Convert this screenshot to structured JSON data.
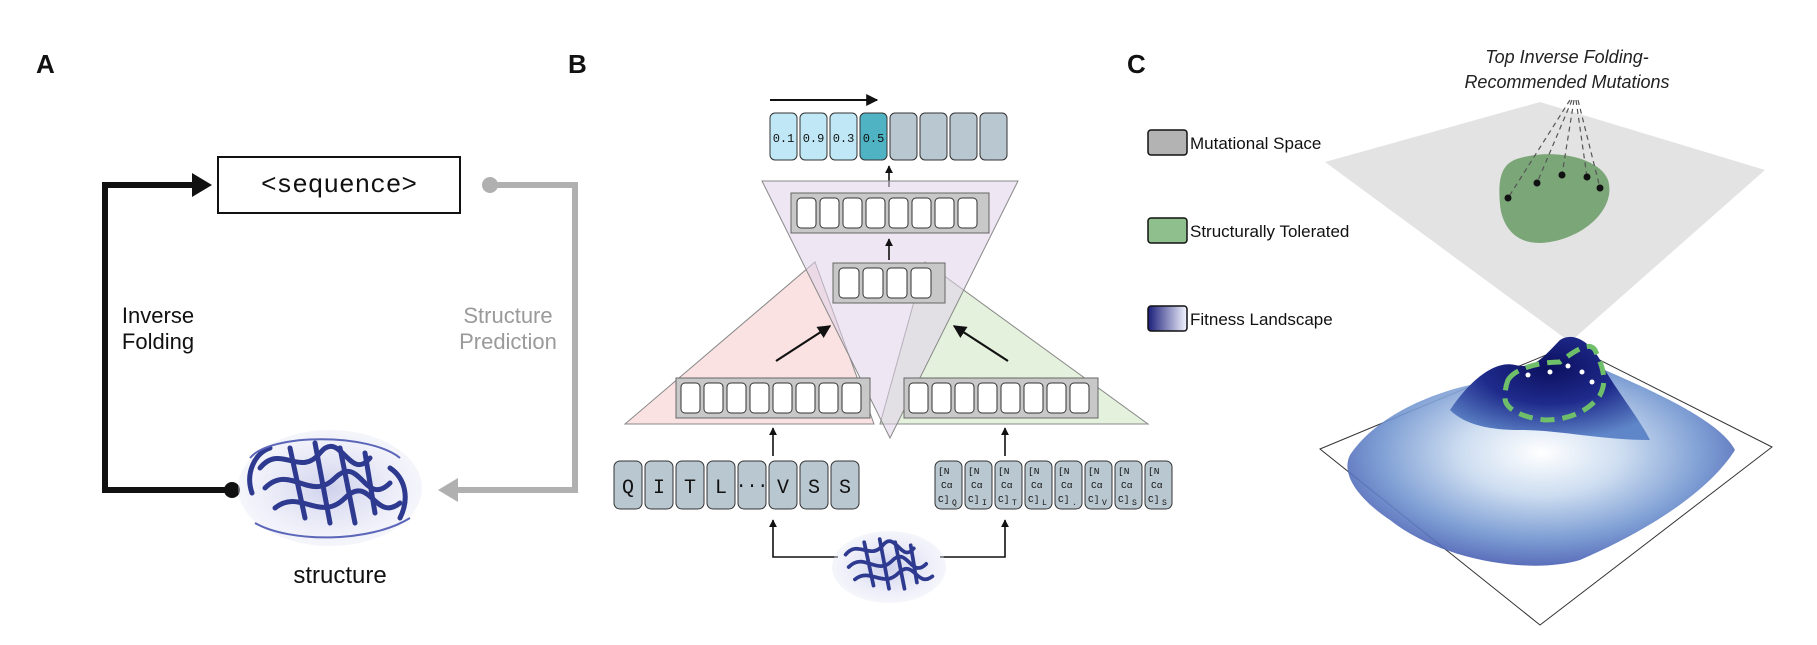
{
  "panels": {
    "a": {
      "letter": "A",
      "sequence_label": "<sequence>",
      "inverse_folding": [
        "Inverse",
        "Folding"
      ],
      "structure_prediction": [
        "Structure",
        "Prediction"
      ],
      "structure_label": "structure"
    },
    "b": {
      "letter": "B",
      "output_probs": [
        "0.1",
        "0.9",
        "0.3",
        "0.5"
      ],
      "sequence_tokens": [
        "Q",
        "I",
        "T",
        "L",
        "···",
        "V",
        "S",
        "S"
      ],
      "structure_tokens": [
        {
          "top": "[N",
          "mid": "Cα",
          "bot": "C]",
          "sub": "Q"
        },
        {
          "top": "[N",
          "mid": "Cα",
          "bot": "C]",
          "sub": "I"
        },
        {
          "top": "[N",
          "mid": "Cα",
          "bot": "C]",
          "sub": "T"
        },
        {
          "top": "[N",
          "mid": "Cα",
          "bot": "C]",
          "sub": "L"
        },
        {
          "top": "[N",
          "mid": "Cα",
          "bot": "C]",
          "sub": "."
        },
        {
          "top": "[N",
          "mid": "Cα",
          "bot": "C]",
          "sub": "V"
        },
        {
          "top": "[N",
          "mid": "Cα",
          "bot": "C]",
          "sub": "S"
        },
        {
          "top": "[N",
          "mid": "Cα",
          "bot": "C]",
          "sub": "S"
        }
      ]
    },
    "c": {
      "letter": "C",
      "title": [
        "Top Inverse Folding-",
        "Recommended Mutations"
      ],
      "legend": [
        {
          "label": "Mutational Space",
          "color": "#b3b3b3"
        },
        {
          "label": "Structurally Tolerated",
          "color": "#8fbf8c"
        },
        {
          "label": "Fitness Landscape",
          "color": "#2a2f8f"
        }
      ]
    }
  },
  "colors": {
    "a_arrow": "#111111",
    "a_arrow_grey": "#b0b0b0",
    "token_fill": "#b9c7d0",
    "prob_fill": "#bfe7f5",
    "prob_highlight": "#4fb3c3",
    "protein": "#2e3a8f",
    "protein_halo": "#c9ccea"
  }
}
